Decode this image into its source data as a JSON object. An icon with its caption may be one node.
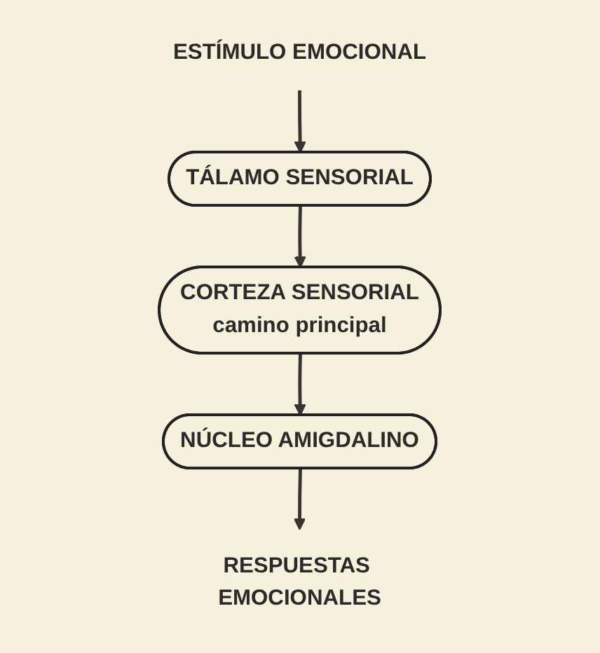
{
  "diagram": {
    "nodes": [
      {
        "text": [
          "CORTEZA SENSORIAL",
          "camino principal"
        ]
      },
      {
        "text": [
          "TÁLAMO SENSORIAL"
        ]
      },
      {
        "text": [
          "NÚCLEO AMIGDALINO"
        ]
      },
      {
        "text": [
          "ESTÍMULO EMOCIONAL"
        ]
      },
      {
        "text": [
          "RESPUESTAS EMOCIONALES"
        ]
      }
    ],
    "edges": [
      {
        "from": 3,
        "to": 1,
        "arrow": "to"
      },
      {
        "from": 1,
        "to": 0,
        "arrow": "to"
      },
      {
        "from": 0,
        "to": 2,
        "arrow": "to"
      },
      {
        "from": 2,
        "to": 4,
        "arrow": "to"
      }
    ]
  }
}
